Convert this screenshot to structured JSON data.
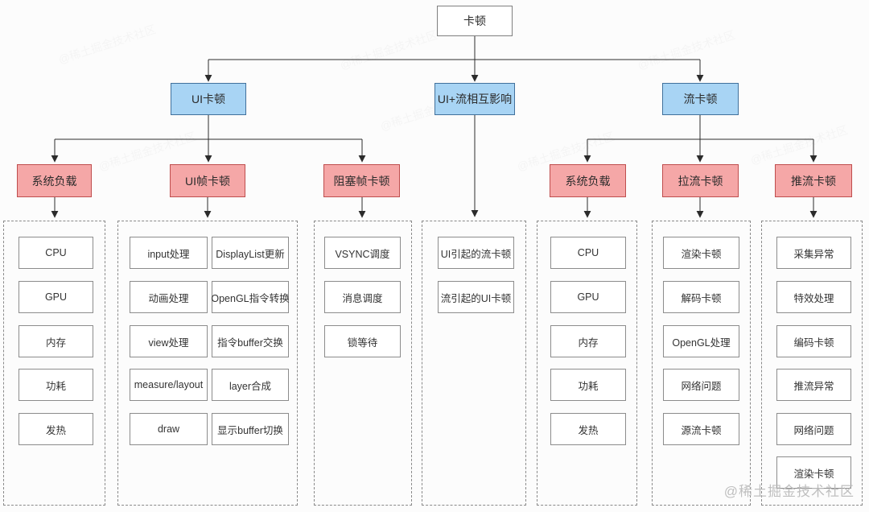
{
  "root": {
    "label": "卡顿"
  },
  "level2": {
    "ui": "UI卡顿",
    "mixed": "UI+流相互影响",
    "stream": "流卡顿"
  },
  "level3": {
    "sysload_left": "系统负载",
    "ui_frame": "UI帧卡顿",
    "blocked_frame": "阻塞帧卡顿",
    "sysload_right": "系统负载",
    "pull": "拉流卡顿",
    "push": "推流卡顿"
  },
  "columns": {
    "sysload_left": [
      "CPU",
      "GPU",
      "内存",
      "功耗",
      "发热"
    ],
    "ui_frame_left": [
      "input处理",
      "动画处理",
      "view处理",
      "measure/layout",
      "draw"
    ],
    "ui_frame_right": [
      "DisplayList更新",
      "OpenGL指令转换",
      "指令buffer交换",
      "layer合成",
      "显示buffer切换"
    ],
    "blocked_frame": [
      "VSYNC调度",
      "消息调度",
      "锁等待"
    ],
    "mixed": [
      "UI引起的流卡顿",
      "流引起的UI卡顿"
    ],
    "sysload_right": [
      "CPU",
      "GPU",
      "内存",
      "功耗",
      "发热"
    ],
    "pull": [
      "渲染卡顿",
      "解码卡顿",
      "OpenGL处理",
      "网络问题",
      "源流卡顿"
    ],
    "push": [
      "采集异常",
      "特效处理",
      "编码卡顿",
      "推流异常",
      "网络问题",
      "渲染卡顿"
    ]
  },
  "watermark": "@稀土掘金技术社区",
  "colors": {
    "level2_fill": "#A8D4F4",
    "level2_border": "#41719C",
    "level3_fill": "#F5A7A7",
    "level3_border": "#BF4E4E",
    "line": "#2b2b2b",
    "dashed_border": "#8a8a8a"
  }
}
